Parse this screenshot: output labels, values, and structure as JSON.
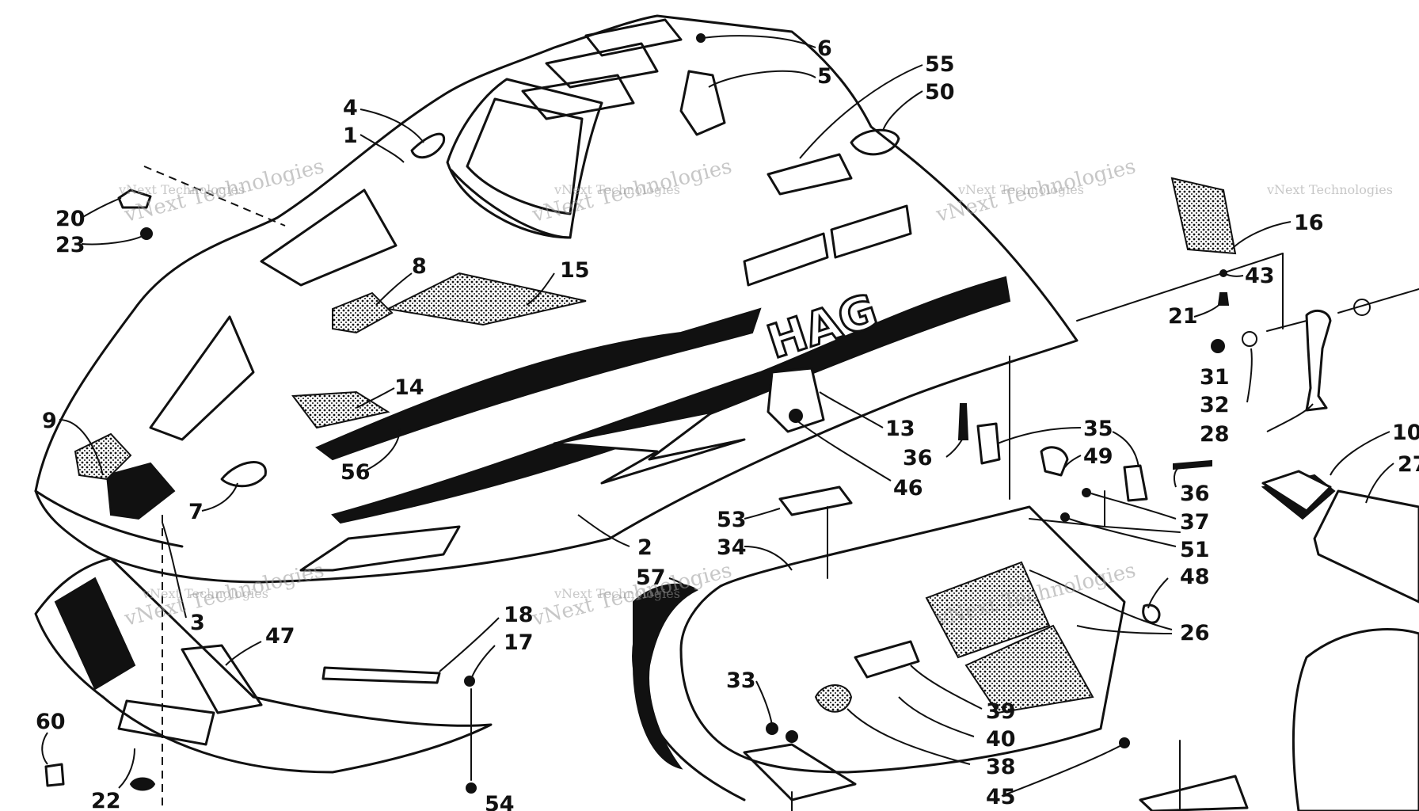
{
  "watermark": {
    "text_small": "vNext Technologies",
    "text_large": "vNext Technologies"
  },
  "brand_decal_text": "HAG",
  "callouts": [
    {
      "id": "c6",
      "label": "6"
    },
    {
      "id": "c5",
      "label": "5"
    },
    {
      "id": "c55",
      "label": "55"
    },
    {
      "id": "c50",
      "label": "50"
    },
    {
      "id": "c4",
      "label": "4"
    },
    {
      "id": "c1",
      "label": "1"
    },
    {
      "id": "c20",
      "label": "20"
    },
    {
      "id": "c23",
      "label": "23"
    },
    {
      "id": "c8",
      "label": "8"
    },
    {
      "id": "c15",
      "label": "15"
    },
    {
      "id": "c16",
      "label": "16"
    },
    {
      "id": "c43",
      "label": "43"
    },
    {
      "id": "c21",
      "label": "21"
    },
    {
      "id": "c31",
      "label": "31"
    },
    {
      "id": "c32",
      "label": "32"
    },
    {
      "id": "c28",
      "label": "28"
    },
    {
      "id": "c14",
      "label": "14"
    },
    {
      "id": "c9",
      "label": "9"
    },
    {
      "id": "c56",
      "label": "56"
    },
    {
      "id": "c7",
      "label": "7"
    },
    {
      "id": "c13",
      "label": "13"
    },
    {
      "id": "c35",
      "label": "35"
    },
    {
      "id": "c36a",
      "label": "36"
    },
    {
      "id": "c49",
      "label": "49"
    },
    {
      "id": "c46",
      "label": "46"
    },
    {
      "id": "c36b",
      "label": "36"
    },
    {
      "id": "c37",
      "label": "37"
    },
    {
      "id": "c10",
      "label": "10"
    },
    {
      "id": "c27",
      "label": "27"
    },
    {
      "id": "c53",
      "label": "53"
    },
    {
      "id": "c34",
      "label": "34"
    },
    {
      "id": "c2",
      "label": "2"
    },
    {
      "id": "c51",
      "label": "51"
    },
    {
      "id": "c48",
      "label": "48"
    },
    {
      "id": "c57",
      "label": "57"
    },
    {
      "id": "c26",
      "label": "26"
    },
    {
      "id": "c3",
      "label": "3"
    },
    {
      "id": "c47",
      "label": "47"
    },
    {
      "id": "c18",
      "label": "18"
    },
    {
      "id": "c17",
      "label": "17"
    },
    {
      "id": "c33",
      "label": "33"
    },
    {
      "id": "c39",
      "label": "39"
    },
    {
      "id": "c40",
      "label": "40"
    },
    {
      "id": "c38",
      "label": "38"
    },
    {
      "id": "c60",
      "label": "60"
    },
    {
      "id": "c22",
      "label": "22"
    },
    {
      "id": "c54",
      "label": "54"
    },
    {
      "id": "c45",
      "label": "45"
    }
  ]
}
